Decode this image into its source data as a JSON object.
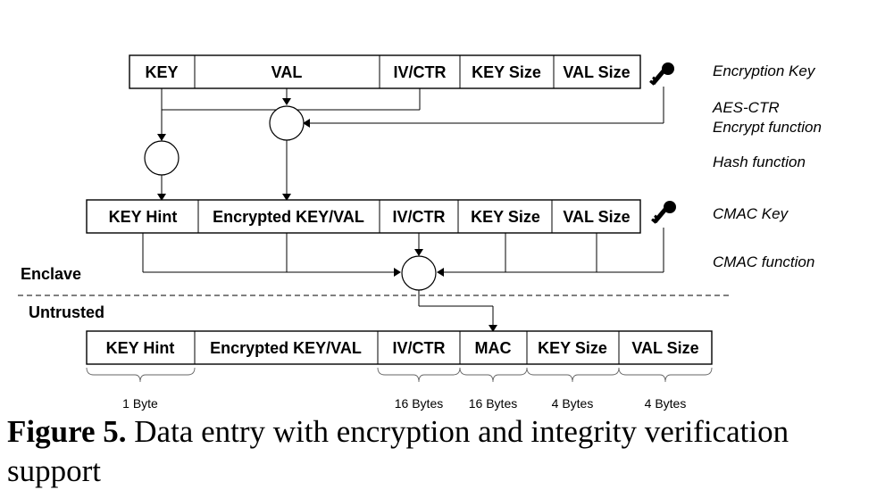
{
  "row1": {
    "fields": [
      "KEY",
      "VAL",
      "IV/CTR",
      "KEY Size",
      "VAL Size"
    ],
    "side_label": "Encryption Key"
  },
  "aes_label": [
    "AES-CTR",
    "Encrypt function"
  ],
  "hash_label": "Hash function",
  "row2": {
    "fields": [
      "KEY Hint",
      "Encrypted KEY/VAL",
      "IV/CTR",
      "KEY Size",
      "VAL Size"
    ],
    "side_label": "CMAC Key"
  },
  "cmac_label": "CMAC function",
  "regions": {
    "enclave": "Enclave",
    "untrusted": "Untrusted"
  },
  "row3": {
    "fields": [
      "KEY Hint",
      "Encrypted KEY/VAL",
      "IV/CTR",
      "MAC",
      "KEY Size",
      "VAL Size"
    ]
  },
  "sizes": [
    "1 Byte",
    "16 Bytes",
    "16 Bytes",
    "4 Bytes",
    "4 Bytes"
  ],
  "icons": [
    "key-icon",
    "key-icon"
  ],
  "caption": {
    "label": "Figure 5.",
    "text": " Data entry with encryption and integrity verification support"
  }
}
